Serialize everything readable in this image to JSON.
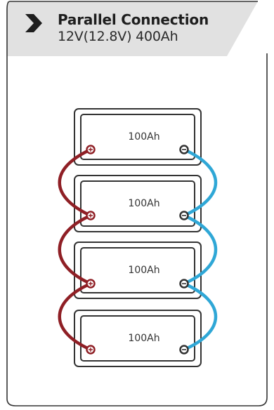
{
  "header": {
    "title": "Parallel Connection",
    "subtitle": "12V(12.8V) 400Ah"
  },
  "batteries": [
    {
      "label": "100Ah"
    },
    {
      "label": "100Ah"
    },
    {
      "label": "100Ah"
    },
    {
      "label": "100Ah"
    }
  ],
  "colors": {
    "positive_wire": "#8f1f25",
    "negative_wire": "#2fa7d6",
    "header_band": "#e1e1e1",
    "chevron": "#1e1e1e"
  },
  "icons": [
    "chevron-right-icon",
    "positive-terminal-icon",
    "negative-terminal-icon"
  ]
}
